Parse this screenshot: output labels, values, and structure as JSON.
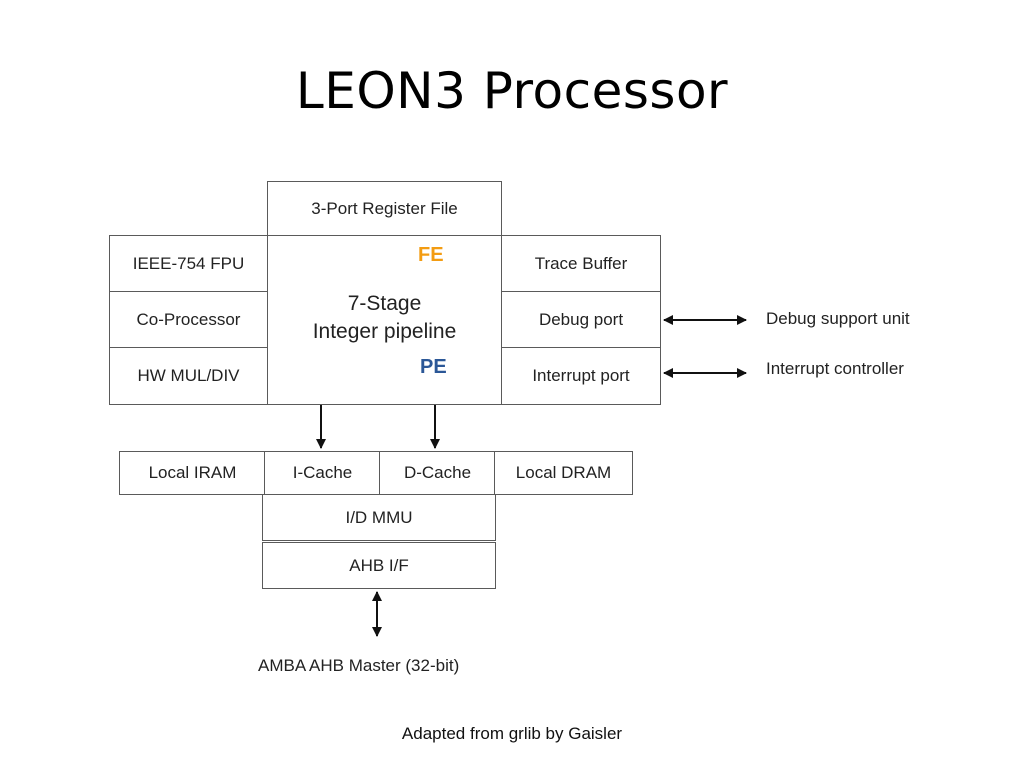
{
  "title": "LEON3 Processor",
  "register_file": "3-Port Register File",
  "left_units": [
    "IEEE-754 FPU",
    "Co-Processor",
    "HW MUL/DIV"
  ],
  "pipeline": {
    "line1": "7-Stage",
    "line2": "Integer pipeline",
    "fe": "FE",
    "pe": "PE"
  },
  "right_units": [
    "Trace Buffer",
    "Debug port",
    "Interrupt port"
  ],
  "external": {
    "debug": "Debug support unit",
    "interrupt": "Interrupt controller"
  },
  "memory_row": [
    "Local IRAM",
    "I-Cache",
    "D-Cache",
    "Local DRAM"
  ],
  "mmu": "I/D MMU",
  "ahb_if": "AHB I/F",
  "bus": "AMBA AHB Master (32-bit)",
  "caption": "Adapted from grlib by Gaisler",
  "colors": {
    "fe": "#f39c12",
    "pe": "#2b5797"
  }
}
